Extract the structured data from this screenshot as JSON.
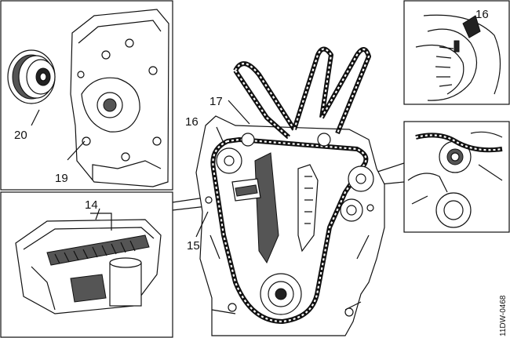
{
  "callouts": {
    "c14": "14",
    "c15": "15",
    "c16_main": "16",
    "c16_inset": "16",
    "c17": "17",
    "c19": "19",
    "c20": "20"
  },
  "figure_code": "11DW-0468"
}
